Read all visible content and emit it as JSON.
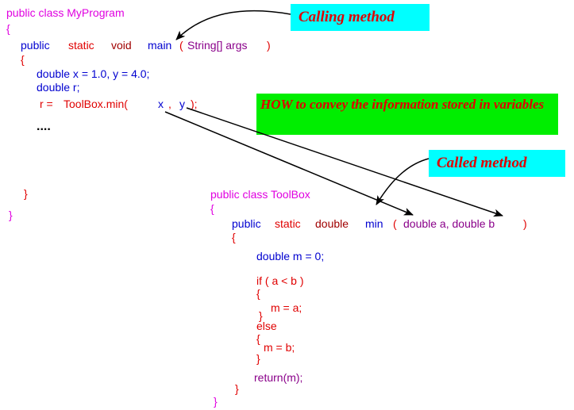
{
  "main_program": {
    "class_decl": "public class MyProgram",
    "open_brace": "{",
    "sig_public": "public",
    "sig_static": "static",
    "sig_void": "void",
    "sig_main": "main",
    "sig_paren_open": "(",
    "sig_params": "String[] args",
    "sig_paren_close": ")",
    "body_open_brace": "{",
    "line_double_xy": "double x = 1.0, y = 4.0;",
    "line_double_r": "double r;",
    "call_lhs": "r =",
    "call_target": "ToolBox.min(",
    "call_arg_x": "x",
    "call_comma": ",",
    "call_arg_y": "y",
    "call_close": ");",
    "ellipsis": "....",
    "body_close_brace": "}",
    "class_close_brace": "}"
  },
  "toolbox": {
    "class_decl": "public class ToolBox",
    "open_brace": "{",
    "sig_public": "public",
    "sig_static": "static",
    "sig_double": "double",
    "sig_min": "min",
    "sig_paren_open": "(",
    "sig_params": "double a, double b",
    "sig_paren_close": ")",
    "body_open_brace": "{",
    "line_decl_m": "double m = 0;",
    "line_if": "if ( a < b )",
    "if_open": "{",
    "line_m_a": "m = a;",
    "if_close": "}",
    "line_else": "else",
    "else_open": "{",
    "line_m_b": "m = b;",
    "else_close": "}",
    "line_return": "return(m);",
    "body_close_brace": "}",
    "class_close_brace": "}"
  },
  "callouts": {
    "calling_method": "Calling method",
    "how_to_convey": "HOW to convey the information stored in variables",
    "called_method": "Called method"
  },
  "colors": {
    "keyword_magenta": "#e000e0",
    "keyword_blue": "#0000d0",
    "code_red": "#e00000",
    "type_darkred": "#a00000",
    "param_purple": "#8a008a",
    "callout_cyan": "#00ffff",
    "callout_green": "#00ee00"
  }
}
